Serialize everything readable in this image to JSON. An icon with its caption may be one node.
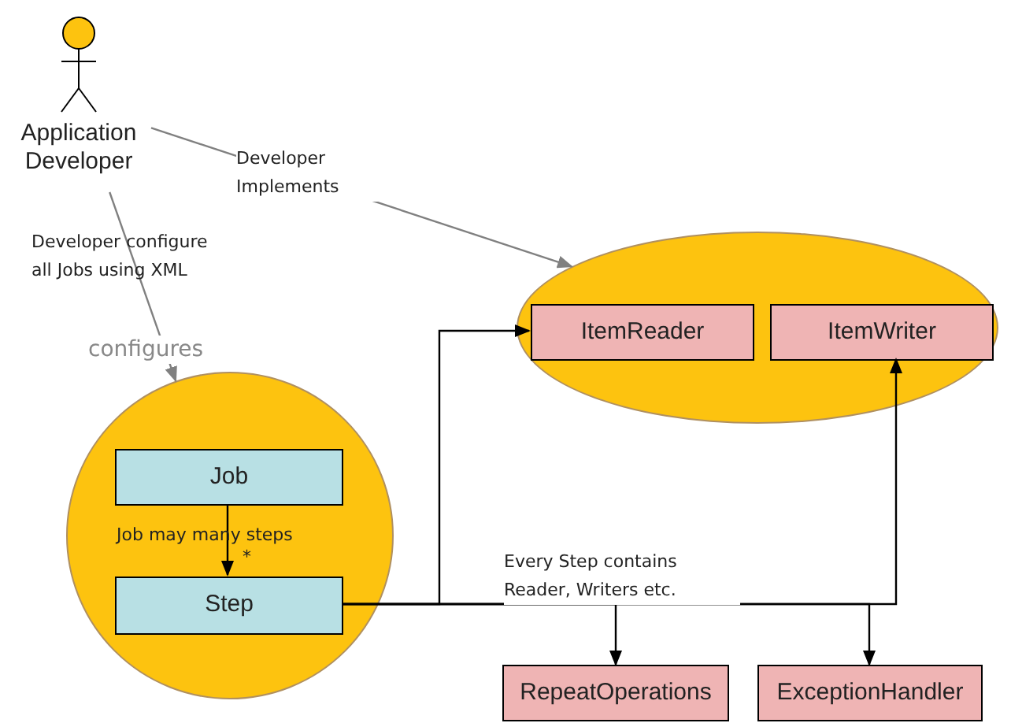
{
  "diagram": {
    "nodes": [
      {
        "text": [
          "Application Developer"
        ]
      },
      {
        "text": [],
        "shape": "ellipse"
      },
      {
        "text": [
          "ItemReader"
        ],
        "in": 1
      },
      {
        "text": [
          "ItemWriter"
        ],
        "in": 1
      },
      {
        "text": [],
        "shape": "circle"
      },
      {
        "text": [
          "Job"
        ],
        "in": 4
      },
      {
        "text": [
          "Step"
        ],
        "in": 4
      },
      {
        "text": [
          "RepeatOperations"
        ]
      },
      {
        "text": [
          "ExceptionHandler"
        ]
      }
    ],
    "edges": [
      {
        "from": 0,
        "to": 1,
        "arrow": "to",
        "label": "Developer Implements",
        "color": "#808080"
      },
      {
        "from": 0,
        "to": 4,
        "arrow": "to",
        "label": "configures",
        "color": "#808080"
      },
      {
        "from": 5,
        "to": 6,
        "arrow": "to",
        "label": "Job may many steps"
      },
      {
        "from": 6,
        "to": 2,
        "arrow": "to"
      },
      {
        "from": 6,
        "to": 3,
        "arrow": "to"
      },
      {
        "from": 6,
        "to": 7,
        "arrow": "to",
        "label": "Every Step contains Reader, Writers etc."
      },
      {
        "from": 6,
        "to": 8,
        "arrow": "to"
      }
    ],
    "labels": [
      "Developer configure all Jobs using XML",
      "*"
    ]
  }
}
